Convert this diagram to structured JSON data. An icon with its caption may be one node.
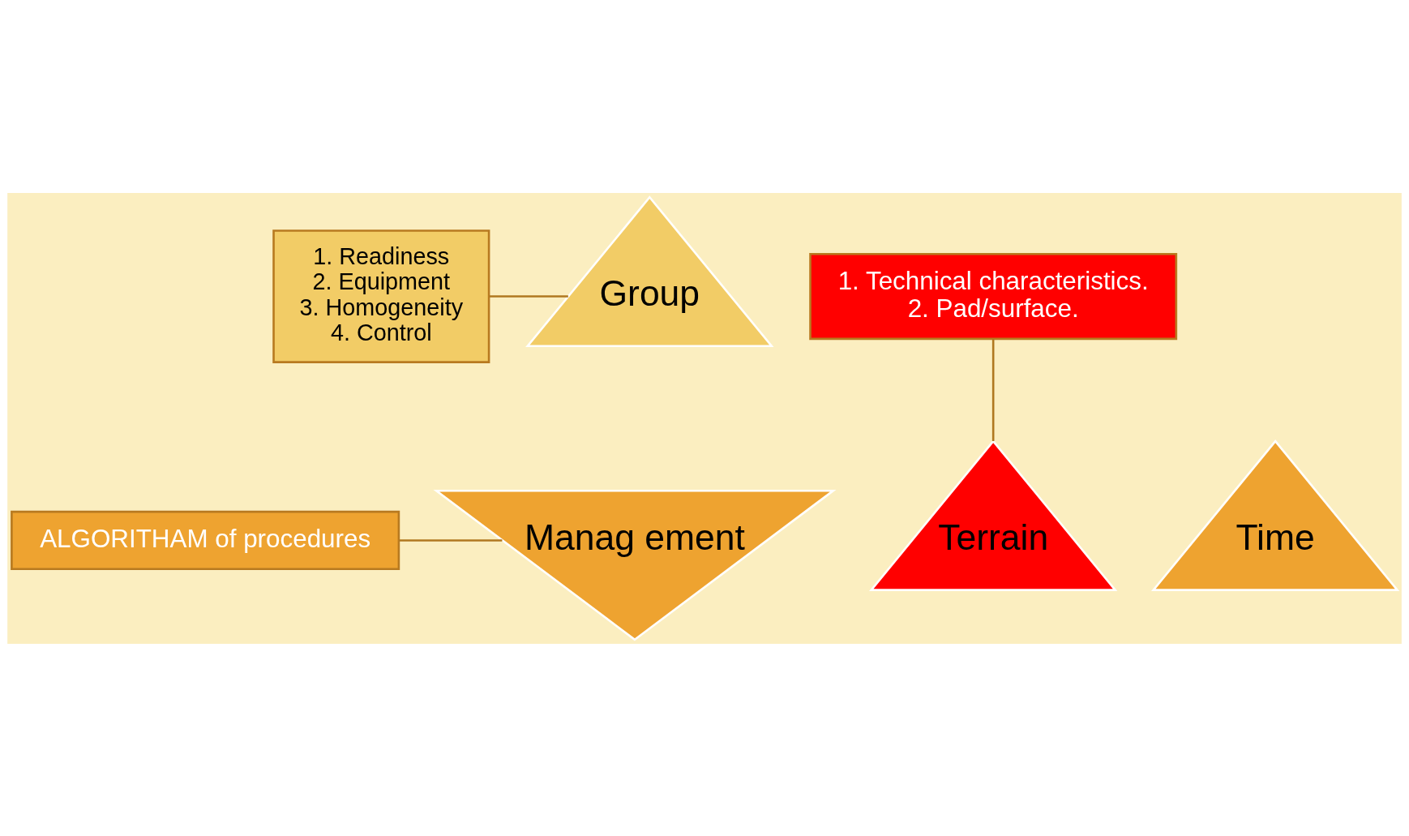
{
  "diagram": {
    "nodes": [
      {
        "text": [
          "Group"
        ]
      },
      {
        "text": [
          "Manag ement"
        ]
      },
      {
        "text": [
          "Terrain"
        ]
      },
      {
        "text": [
          "Time"
        ]
      },
      {
        "text": [
          "1. Readiness",
          "2. Equipment",
          "3. Homogeneity",
          "4. Control"
        ]
      },
      {
        "text": [
          "ALGORITHAM of procedures"
        ]
      },
      {
        "text": [
          "1. Technical characteristics.",
          "2. Pad/surface."
        ]
      }
    ],
    "edges": [
      {
        "from": 4,
        "to": 0,
        "arrow": "none"
      },
      {
        "from": 5,
        "to": 1,
        "arrow": "none"
      },
      {
        "from": 6,
        "to": 2,
        "arrow": "none"
      }
    ]
  }
}
